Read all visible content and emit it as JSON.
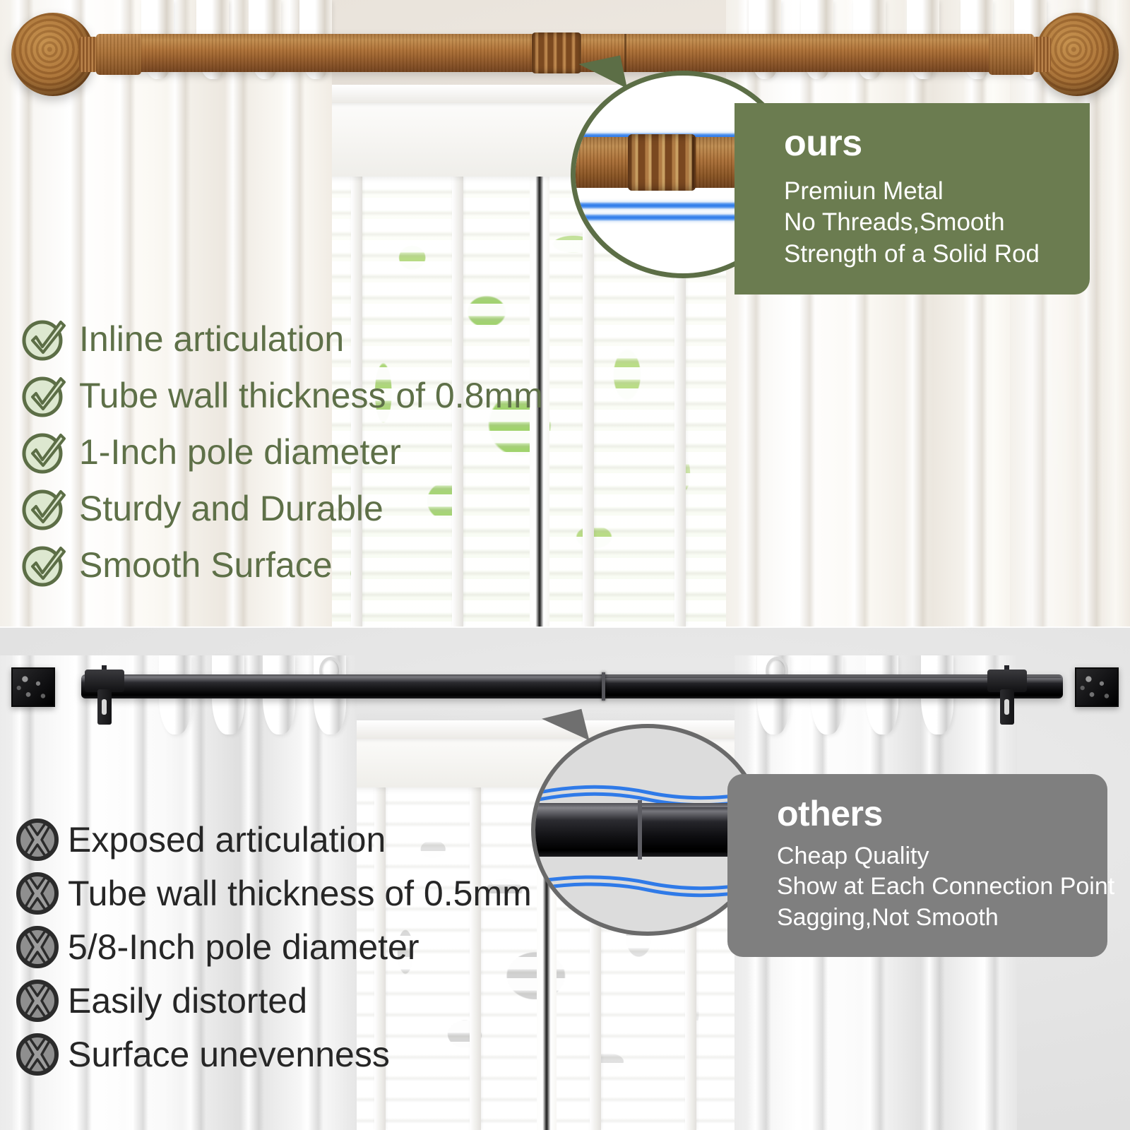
{
  "image": {
    "kind": "product-comparison-infographic",
    "subject": "curtain rod",
    "halves": 2
  },
  "colors": {
    "ours_panel_bg": "#6b7c50",
    "ours_text": "#5e7048",
    "ours_check_ring": "#5c6e46",
    "ours_check_fill": "#dde8d0",
    "others_panel_bg": "#7f7f7f",
    "others_text": "#262626",
    "others_x_ring": "#2b2b2b",
    "others_x_fill": "#8f8f8f",
    "guide_line_blue": "#2f7ae8",
    "wood_rod": "#a86f34",
    "black_rod": "#121214",
    "callout_text": "#ffffff"
  },
  "ours": {
    "callout": {
      "title": "ours",
      "lines": [
        "Premiun Metal",
        "No Threads,Smooth",
        "Strength of a Solid Rod"
      ]
    },
    "magnifier": {
      "subject": "wood-grain rod joint with decorative rings",
      "guide_lines": "straight",
      "guide_line_count": 4,
      "icon": "magnifier-circle"
    },
    "features": [
      {
        "icon": "check-circle-icon",
        "label": "Inline articulation"
      },
      {
        "icon": "check-circle-icon",
        "label": "Tube wall thickness of 0.8mm"
      },
      {
        "icon": "check-circle-icon",
        "label": "1-Inch pole diameter"
      },
      {
        "icon": "check-circle-icon",
        "label": "Sturdy and Durable"
      },
      {
        "icon": "check-circle-icon",
        "label": "Smooth Surface"
      }
    ],
    "product": {
      "rod_finish": "wood grain brown",
      "finial": "ball finial",
      "finial_count": 2
    }
  },
  "others": {
    "callout": {
      "title": "others",
      "lines": [
        "Cheap Quality",
        "Show at Each Connection Point",
        "Sagging,Not Smooth"
      ]
    },
    "magnifier": {
      "subject": "black rod with visible connection seam",
      "guide_lines": "wavy",
      "guide_line_count": 2,
      "icon": "magnifier-circle"
    },
    "features": [
      {
        "icon": "x-circle-icon",
        "label": "Exposed articulation"
      },
      {
        "icon": "x-circle-icon",
        "label": "Tube wall thickness of 0.5mm"
      },
      {
        "icon": "x-circle-icon",
        "label": "5/8-Inch pole diameter"
      },
      {
        "icon": "x-circle-icon",
        "label": "Easily distorted"
      },
      {
        "icon": "x-circle-icon",
        "label": "Surface unevenness"
      }
    ],
    "product": {
      "rod_finish": "matte black",
      "finial": "square hammered cap finial",
      "finial_count": 2,
      "brackets": 2
    }
  }
}
